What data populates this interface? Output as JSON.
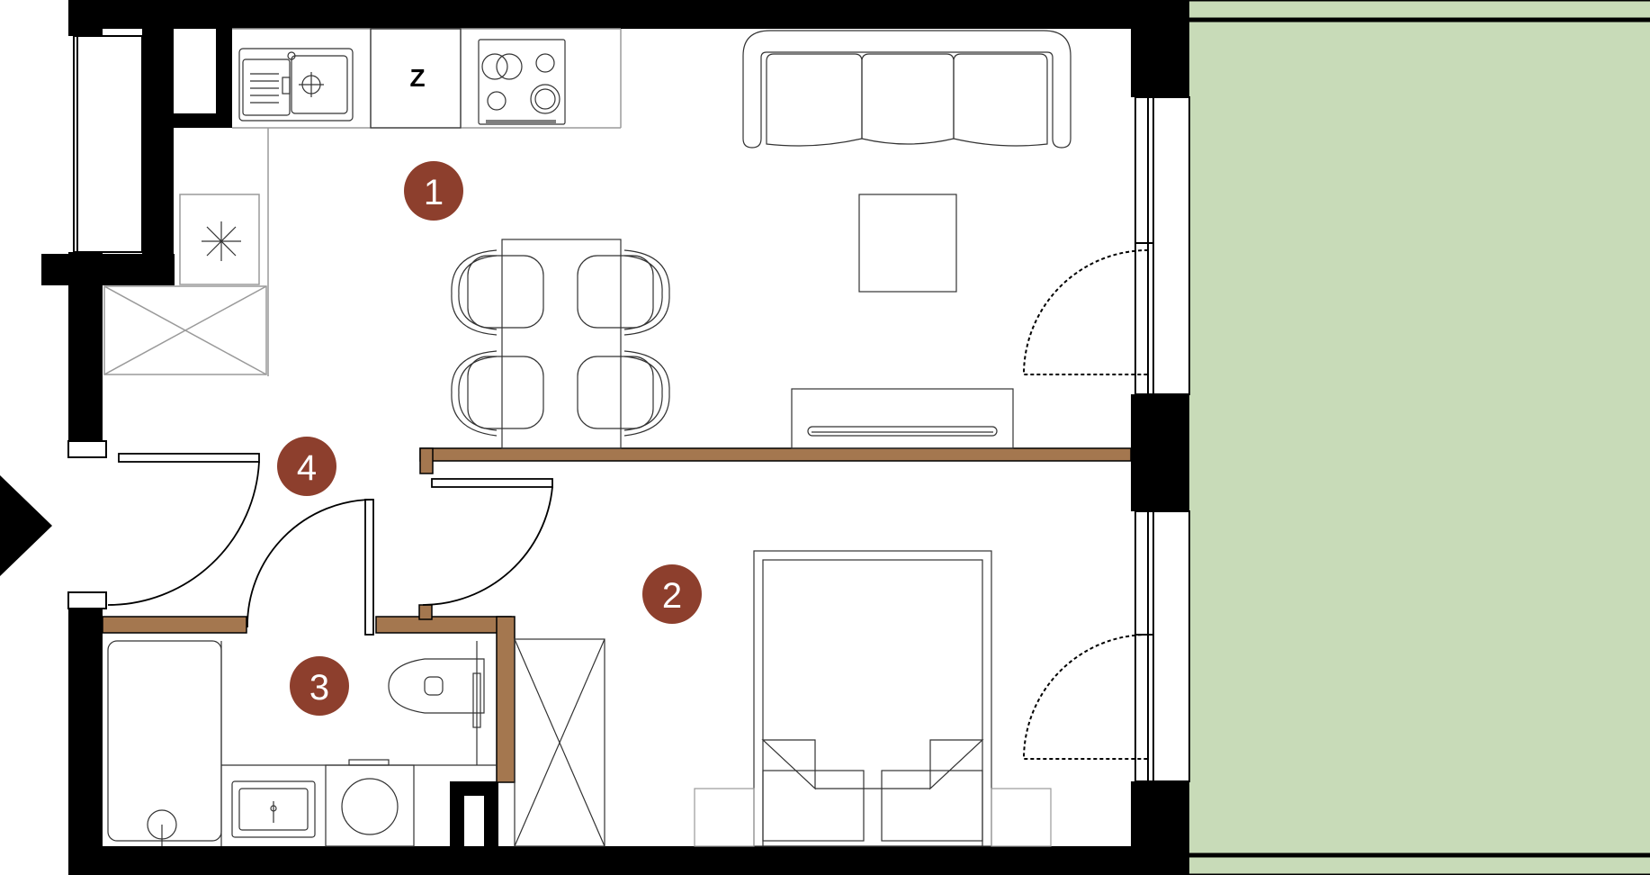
{
  "colors": {
    "wall": "#000000",
    "partition": "#a4774f",
    "terrace": "#c8dbb8",
    "badge": "#8d3f2d",
    "line": "#2a2a2a",
    "thin": "#9a9a9a",
    "background": "#ffffff"
  },
  "rooms": [
    {
      "id": "1",
      "label": "1"
    },
    {
      "id": "2",
      "label": "2"
    },
    {
      "id": "3",
      "label": "3"
    },
    {
      "id": "4",
      "label": "4"
    }
  ],
  "appliances": {
    "fridge_label": "Z"
  },
  "icons": [
    "entrance-arrow-icon",
    "snowflake-icon",
    "sink-icon",
    "stove-icon",
    "washing-machine-icon",
    "toilet-icon",
    "bathtub-icon"
  ]
}
